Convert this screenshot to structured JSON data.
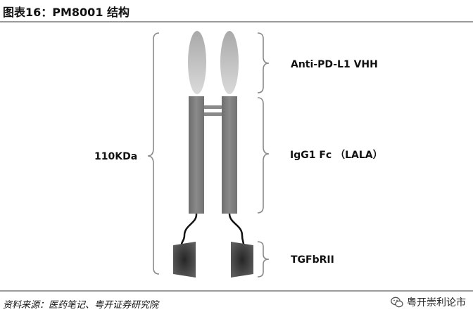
{
  "title": "图表16：PM8001 结构",
  "labels": {
    "vhh": "Anti-PD-L1 VHH",
    "fc": "IgG1 Fc （LALA）",
    "trap": "TGFbRII",
    "mass": "110KDa"
  },
  "source": "资料来源：医药笔记、粤开证券研究院",
  "watermark": "粤开崇利论市",
  "colors": {
    "fc_chain": "#7b7b7b",
    "bracket": "#8a8a8a",
    "rule": "#9a9a9a"
  }
}
